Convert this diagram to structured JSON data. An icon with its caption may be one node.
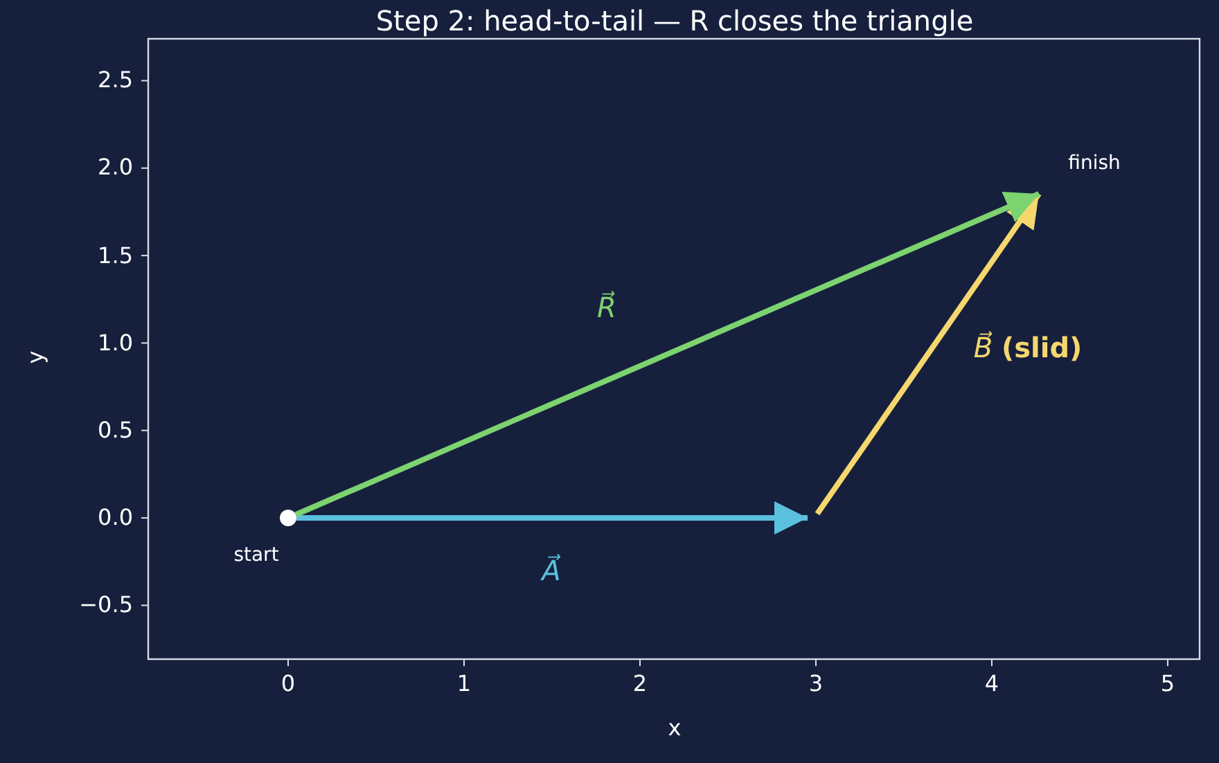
{
  "diagram": {
    "title": "Step 2: head-to-tail — R closes the triangle",
    "nodes": [
      {
        "text": [],
        "shape": "circle",
        "beside": [
          "start"
        ]
      },
      {
        "text": [
          "finish"
        ]
      }
    ],
    "edges": [
      {
        "from": 0,
        "to": null,
        "arrow": "to",
        "label": "A⃗",
        "color": "#5bc0de"
      },
      {
        "from": null,
        "to": 1,
        "arrow": "to",
        "label": "*B⃗* **(slid)**",
        "color": "#f5d76e"
      },
      {
        "from": 0,
        "to": 1,
        "arrow": "to",
        "label": "R⃗",
        "color": "#7dd36f"
      }
    ],
    "labels": [
      "2.5",
      "2.0",
      "1.5",
      "1.0",
      "0.5",
      "0.0",
      "−0.5",
      "0",
      "1",
      "2",
      "3",
      "4",
      "5",
      "x",
      "y"
    ]
  }
}
